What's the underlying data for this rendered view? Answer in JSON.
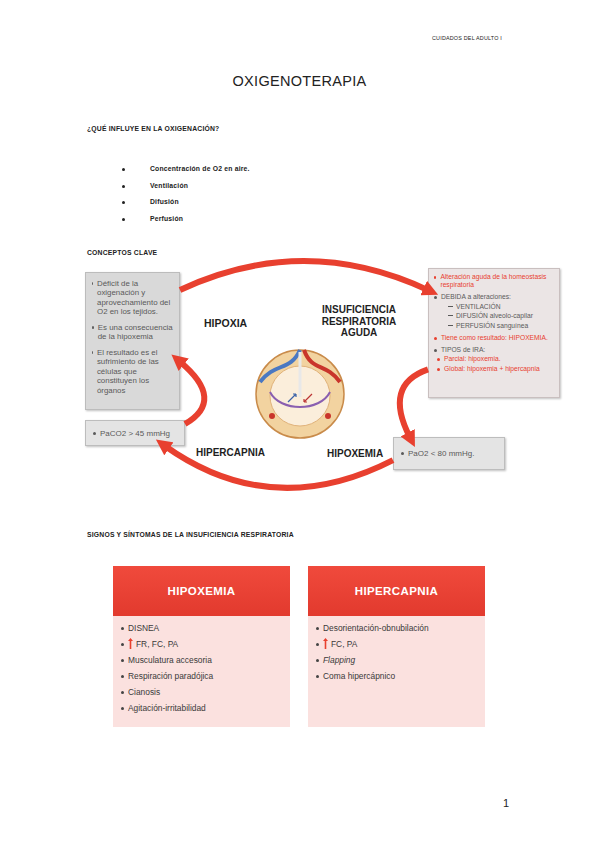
{
  "diagram": {
    "title": "OXIGENOTERAPIA",
    "nodes": [
      {
        "text": [
          "HIPOXIA",
          "Déficit de la oxigenación y aprovechamiento del O2 en los tejidos.",
          "Es una consecuencia de la hipoxemia",
          "El resultado es el sufrimiento de las células que constituyen los órganos"
        ]
      },
      {
        "text": [
          "INSUFICIENCIA RESPIRATORIA AGUDA",
          "Alteración aguda de la homeostasis respiratoria",
          "DEBIDA a alteraciones:",
          "VENTILACIÓN",
          "DIFUSIÓN alveolo-capilar",
          "PERFUSIÓN sanguínea",
          "Tiene como resultado: HIPOXEMIA.",
          "TIPOS de IRA:",
          "Parcial: hipoxemia.",
          "Global: hipoxemia + hipercapnia"
        ]
      },
      {
        "text": [
          "HIPOXEMIA",
          "PaO2 < 80 mmHg."
        ]
      },
      {
        "text": [
          "HIPERCAPNIA",
          "PaCO2 > 45 mmHg"
        ]
      },
      {
        "text": [
          "HIPOXEMIA",
          "DISNEA",
          "FR, FC, PA",
          "Musculatura accesoria",
          "Respiración paradójica",
          "Cianosis",
          "Agitación-irritabilidad"
        ]
      },
      {
        "text": [
          "HIPERCAPNIA",
          "Desorientación-obnubilación",
          "FC, PA",
          "Flapping",
          "Coma hipercápnico"
        ]
      }
    ],
    "edges": [
      {
        "from": 0,
        "to": 1,
        "arrow": "to"
      },
      {
        "from": 1,
        "to": 2,
        "arrow": "to"
      },
      {
        "from": 2,
        "to": 3,
        "arrow": "to"
      },
      {
        "from": 3,
        "to": 0,
        "arrow": "to"
      }
    ],
    "labels": [
      "CUIDADOS DEL ADULTO I",
      "¿QUÉ INFLUYE EN LA OXIGENACIÓN?",
      "Concentración de O2 en aire.",
      "Ventilación",
      "Difusión",
      "Perfusión",
      "CONCEPTOS CLAVE",
      "SIGNOS Y SÍNTOMAS DE LA INSUFICIENCIA RESPIRATORIA",
      "1"
    ]
  }
}
